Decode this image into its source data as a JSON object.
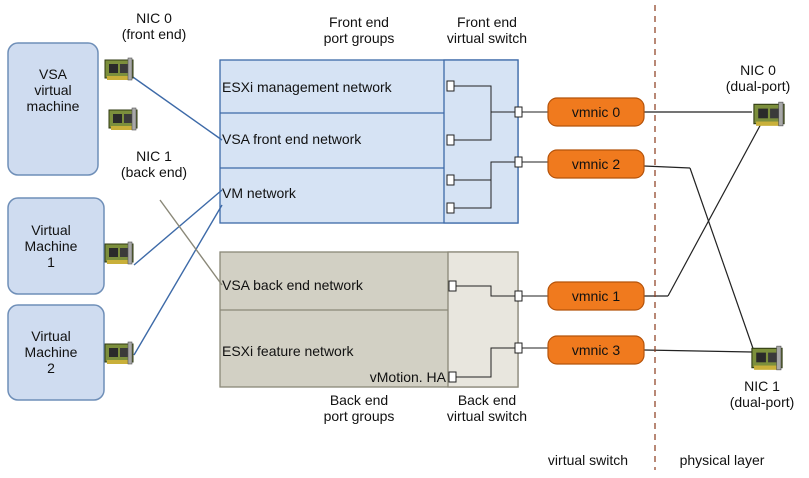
{
  "vms": {
    "vsa": [
      "VSA",
      "virtual",
      "machine"
    ],
    "vm1": [
      "Virtual",
      "Machine",
      "1"
    ],
    "vm2": [
      "Virtual",
      "Machine",
      "2"
    ]
  },
  "nic_labels": {
    "nic0": [
      "NIC 0",
      "(front end)"
    ],
    "nic1": [
      "NIC 1",
      "(back end)"
    ]
  },
  "front_end": {
    "port_groups_label": [
      "Front end",
      "port groups"
    ],
    "switch_label": [
      "Front end",
      "virtual switch"
    ],
    "port_groups": [
      "ESXi management network",
      "VSA front end network",
      "VM network"
    ]
  },
  "back_end": {
    "port_groups_label": [
      "Back end",
      "port groups"
    ],
    "switch_label": [
      "Back end",
      "virtual switch"
    ],
    "port_groups": [
      "VSA back end network",
      "ESXi feature network"
    ],
    "feature_sub": "vMotion. HA"
  },
  "vmnics": [
    "vmnic 0",
    "vmnic 2",
    "vmnic 1",
    "vmnic 3"
  ],
  "physical": {
    "nic0": [
      "NIC 0",
      "(dual-port)"
    ],
    "nic1": [
      "NIC 1",
      "(dual-port)"
    ]
  },
  "layers": {
    "virtual": "virtual switch",
    "physical": "physical layer"
  },
  "colors": {
    "vm_fill": "#cfdcf0",
    "vm_stroke": "#6f8fb8",
    "front_fill": "#d6e3f4",
    "front_stroke": "#3d6aa8",
    "back_fill": "#d2d0c4",
    "back_switch_fill": "#e8e6de",
    "back_stroke": "#8a8878",
    "vmnic_fill": "#f07a1e",
    "vmnic_stroke": "#b5530a"
  }
}
